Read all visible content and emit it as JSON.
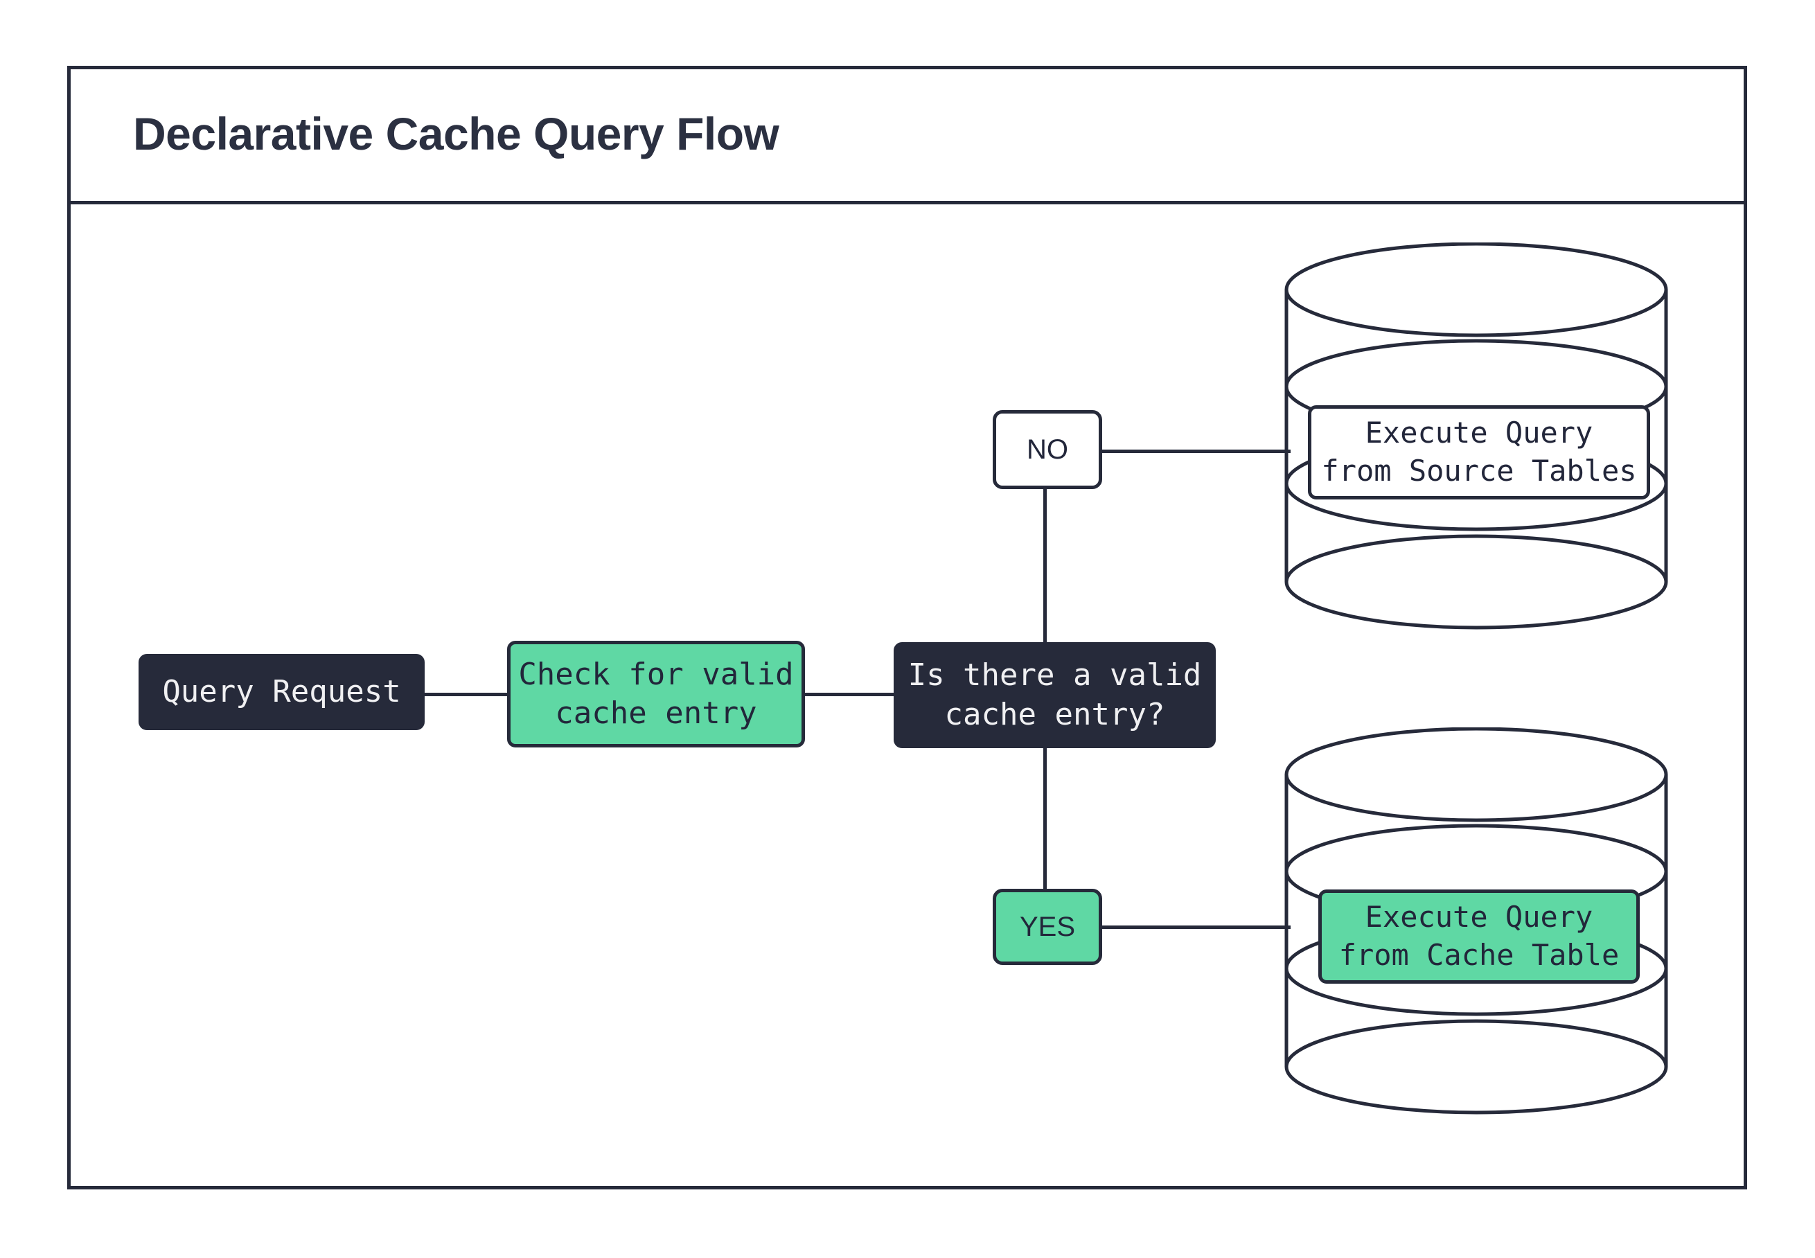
{
  "header": {
    "title": "Declarative Cache Query Flow"
  },
  "colors": {
    "ink": "#262a3a",
    "accent_green": "#5fd8a4",
    "surface": "#ffffff",
    "dark_fill": "#262a3a"
  },
  "diagram": {
    "type": "flowchart",
    "nodes": [
      {
        "id": "query-request",
        "label": "Query Request",
        "shape": "rounded-rect",
        "style": "dark"
      },
      {
        "id": "check-cache",
        "label": "Check for valid\ncache entry",
        "shape": "rounded-rect",
        "style": "green"
      },
      {
        "id": "decision",
        "label": "Is there a valid\ncache entry?",
        "shape": "rounded-rect",
        "style": "dark"
      },
      {
        "id": "source-tables-db",
        "label": "Execute Query\nfrom Source Tables",
        "shape": "cylinder",
        "style": "white"
      },
      {
        "id": "cache-table-db",
        "label": "Execute Query\nfrom Cache Table",
        "shape": "cylinder",
        "style": "green"
      }
    ],
    "edge_labels": [
      {
        "id": "branch-no",
        "label": "NO",
        "style": "white"
      },
      {
        "id": "branch-yes",
        "label": "YES",
        "style": "green"
      }
    ],
    "edges": [
      {
        "from": "query-request",
        "to": "check-cache"
      },
      {
        "from": "check-cache",
        "to": "decision"
      },
      {
        "from": "decision",
        "to": "branch-no"
      },
      {
        "from": "branch-no",
        "to": "source-tables-db"
      },
      {
        "from": "decision",
        "to": "branch-yes"
      },
      {
        "from": "branch-yes",
        "to": "cache-table-db"
      }
    ]
  }
}
